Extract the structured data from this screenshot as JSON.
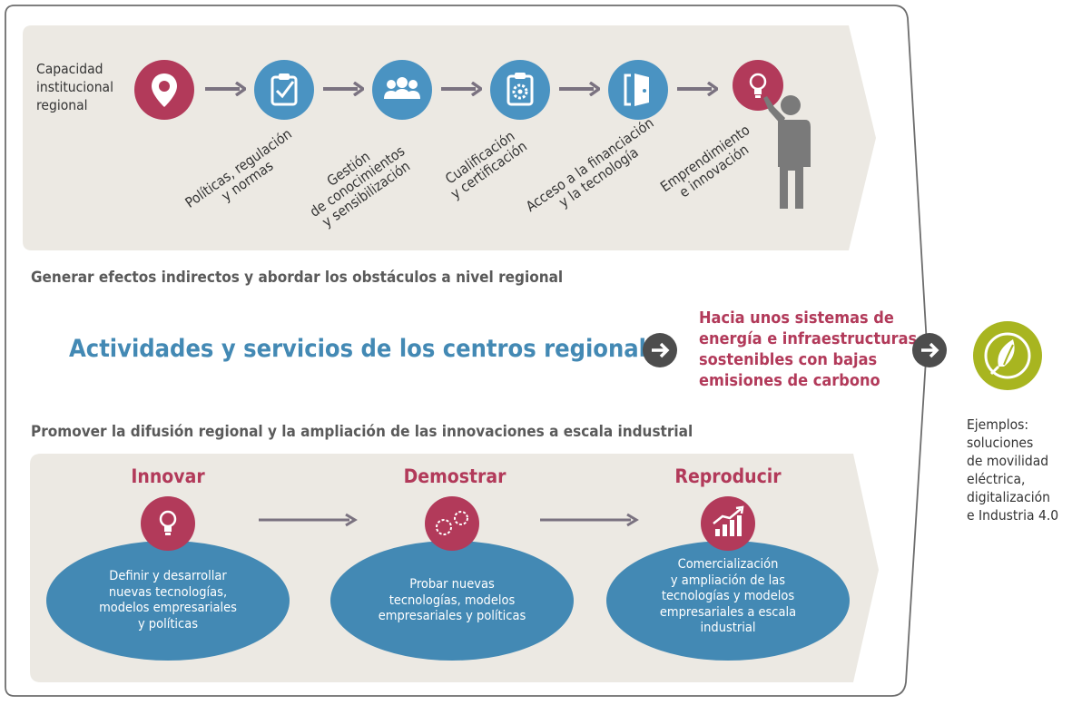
{
  "colors": {
    "panel": "#ece9e3",
    "crimson": "#b23a5a",
    "blue": "#4a93c2",
    "teal": "#4389b4",
    "arrow_gray": "#7a7280",
    "dark_button": "#4d4d4d",
    "lime": "#a8b520"
  },
  "top": {
    "start_label": "Capacidad\ninstitucional\nregional",
    "steps": [
      {
        "label": "Políticas, regulación\ny normas",
        "icon": "clipboard-check-icon"
      },
      {
        "label": "Gestión\nde conocimientos\ny sensibilización",
        "icon": "people-group-icon"
      },
      {
        "label": "Cualificación\ny certificación",
        "icon": "certificate-icon"
      },
      {
        "label": "Acceso a la financiación\ny la tecnología",
        "icon": "door-icon"
      },
      {
        "label": "Emprendimiento\ne innovación",
        "icon": "lightbulb-icon"
      }
    ],
    "caption": "Generar efectos indirectos y abordar los obstáculos a nivel regional"
  },
  "middle": {
    "title": "Actividades y servicios de los centros regionales",
    "goal": "Hacia unos sistemas de\nenergía e infraestructuras\nsostenibles con bajas\nemisiones de carbono"
  },
  "bottom": {
    "caption": "Promover la difusión regional y la ampliación de las innovaciones a escala industrial",
    "phases": [
      {
        "title": "Innovar",
        "icon": "lightbulb-icon",
        "text": "Definir y desarrollar\nnuevas tecnologías,\nmodelos empresariales\ny políticas"
      },
      {
        "title": "Demostrar",
        "icon": "gears-icon",
        "text": "Probar nuevas\ntecnologías, modelos\nempresariales y políticas"
      },
      {
        "title": "Reproducir",
        "icon": "growth-chart-icon",
        "text": "Comercialización\ny ampliación de las\ntecnologías y modelos\nempresariales a escala\nindustrial"
      }
    ]
  },
  "side": {
    "examples": "Ejemplos:\nsoluciones\nde movilidad\neléctrica,\ndigitalización\ne Industria 4.0"
  }
}
